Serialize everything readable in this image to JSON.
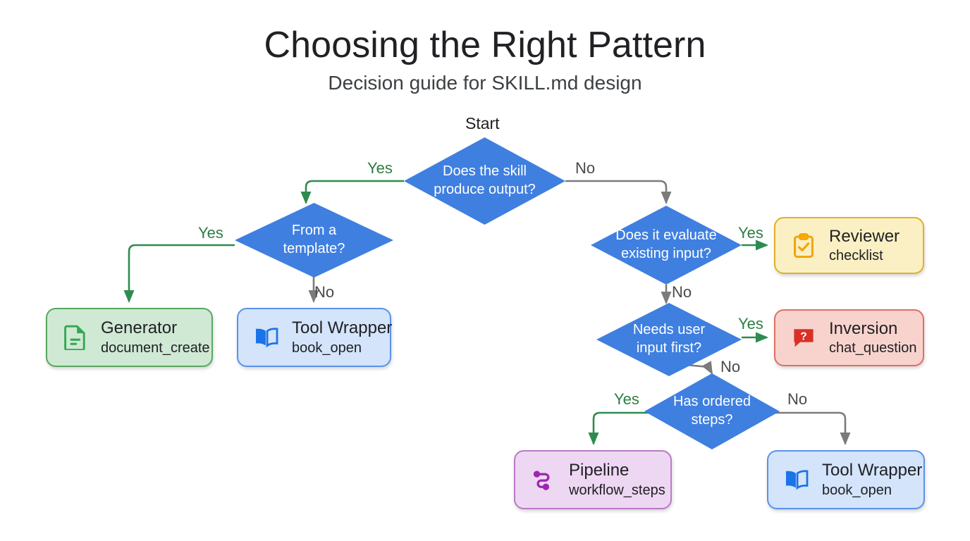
{
  "header": {
    "title": "Choosing the Right Pattern",
    "subtitle": "Decision guide for SKILL.md design"
  },
  "start_label": "Start",
  "colors": {
    "decision_fill": "#3f7fe0",
    "yes_edge": "#2e8b4f",
    "no_edge": "#7b7b7b",
    "generator_bg": "#cfe9d4",
    "generator_border": "#57a85f",
    "tool_wrapper_bg": "#d3e4fb",
    "tool_wrapper_border": "#5b92e8",
    "reviewer_bg": "#fbf0c4",
    "reviewer_border": "#e0b028",
    "inversion_bg": "#f8d3cd",
    "inversion_border": "#de7063",
    "pipeline_bg": "#eed7f2",
    "pipeline_border": "#b97bc6"
  },
  "chart_data": {
    "type": "diagram",
    "title": "Choosing the Right Pattern",
    "subtitle": "Decision guide for SKILL.md design",
    "nodes": [
      {
        "id": "d1",
        "kind": "decision",
        "text": "Does the skill\nproduce output?"
      },
      {
        "id": "d2",
        "kind": "decision",
        "text": "From a\ntemplate?"
      },
      {
        "id": "d3",
        "kind": "decision",
        "text": "Does it evaluate\nexisting input?"
      },
      {
        "id": "d4",
        "kind": "decision",
        "text": "Needs user\ninput first?"
      },
      {
        "id": "d5",
        "kind": "decision",
        "text": "Has ordered\nsteps?"
      },
      {
        "id": "t1",
        "kind": "terminal",
        "title": "Generator",
        "subtitle": "document_create",
        "icon": "document-icon",
        "color": "green"
      },
      {
        "id": "t2",
        "kind": "terminal",
        "title": "Tool Wrapper",
        "subtitle": "book_open",
        "icon": "book-open-icon",
        "color": "blue"
      },
      {
        "id": "t3",
        "kind": "terminal",
        "title": "Reviewer",
        "subtitle": "checklist",
        "icon": "clipboard-check-icon",
        "color": "yellow"
      },
      {
        "id": "t4",
        "kind": "terminal",
        "title": "Inversion",
        "subtitle": "chat_question",
        "icon": "chat-question-icon",
        "color": "red"
      },
      {
        "id": "t5",
        "kind": "terminal",
        "title": "Pipeline",
        "subtitle": "workflow_steps",
        "icon": "workflow-icon",
        "color": "purple"
      },
      {
        "id": "t6",
        "kind": "terminal",
        "title": "Tool Wrapper",
        "subtitle": "book_open",
        "icon": "book-open-icon",
        "color": "blue"
      }
    ],
    "edges": [
      {
        "from": "d1",
        "to": "d2",
        "label": "Yes",
        "branch": "yes"
      },
      {
        "from": "d1",
        "to": "d3",
        "label": "No",
        "branch": "no"
      },
      {
        "from": "d2",
        "to": "t1",
        "label": "Yes",
        "branch": "yes"
      },
      {
        "from": "d2",
        "to": "t2",
        "label": "No",
        "branch": "no"
      },
      {
        "from": "d3",
        "to": "t3",
        "label": "Yes",
        "branch": "yes"
      },
      {
        "from": "d3",
        "to": "d4",
        "label": "No",
        "branch": "no"
      },
      {
        "from": "d4",
        "to": "t4",
        "label": "Yes",
        "branch": "yes"
      },
      {
        "from": "d4",
        "to": "d5",
        "label": "No",
        "branch": "no"
      },
      {
        "from": "d5",
        "to": "t5",
        "label": "Yes",
        "branch": "yes"
      },
      {
        "from": "d5",
        "to": "t6",
        "label": "No",
        "branch": "no"
      }
    ]
  },
  "decisions": {
    "d1": {
      "line1": "Does the skill",
      "line2": "produce output?"
    },
    "d2": {
      "line1": "From a",
      "line2": "template?"
    },
    "d3": {
      "line1": "Does it evaluate",
      "line2": "existing input?"
    },
    "d4": {
      "line1": "Needs user",
      "line2": "input first?"
    },
    "d5": {
      "line1": "Has ordered",
      "line2": "steps?"
    }
  },
  "terminals": {
    "generator": {
      "title": "Generator",
      "subtitle": "document_create"
    },
    "tool_wrapper_1": {
      "title": "Tool Wrapper",
      "subtitle": "book_open"
    },
    "reviewer": {
      "title": "Reviewer",
      "subtitle": "checklist"
    },
    "inversion": {
      "title": "Inversion",
      "subtitle": "chat_question"
    },
    "pipeline": {
      "title": "Pipeline",
      "subtitle": "workflow_steps"
    },
    "tool_wrapper_2": {
      "title": "Tool Wrapper",
      "subtitle": "book_open"
    }
  },
  "edge_labels": {
    "d1_yes": "Yes",
    "d1_no": "No",
    "d2_yes": "Yes",
    "d2_no": "No",
    "d3_yes": "Yes",
    "d3_no": "No",
    "d4_yes": "Yes",
    "d4_no": "No",
    "d5_yes": "Yes",
    "d5_no": "No"
  }
}
